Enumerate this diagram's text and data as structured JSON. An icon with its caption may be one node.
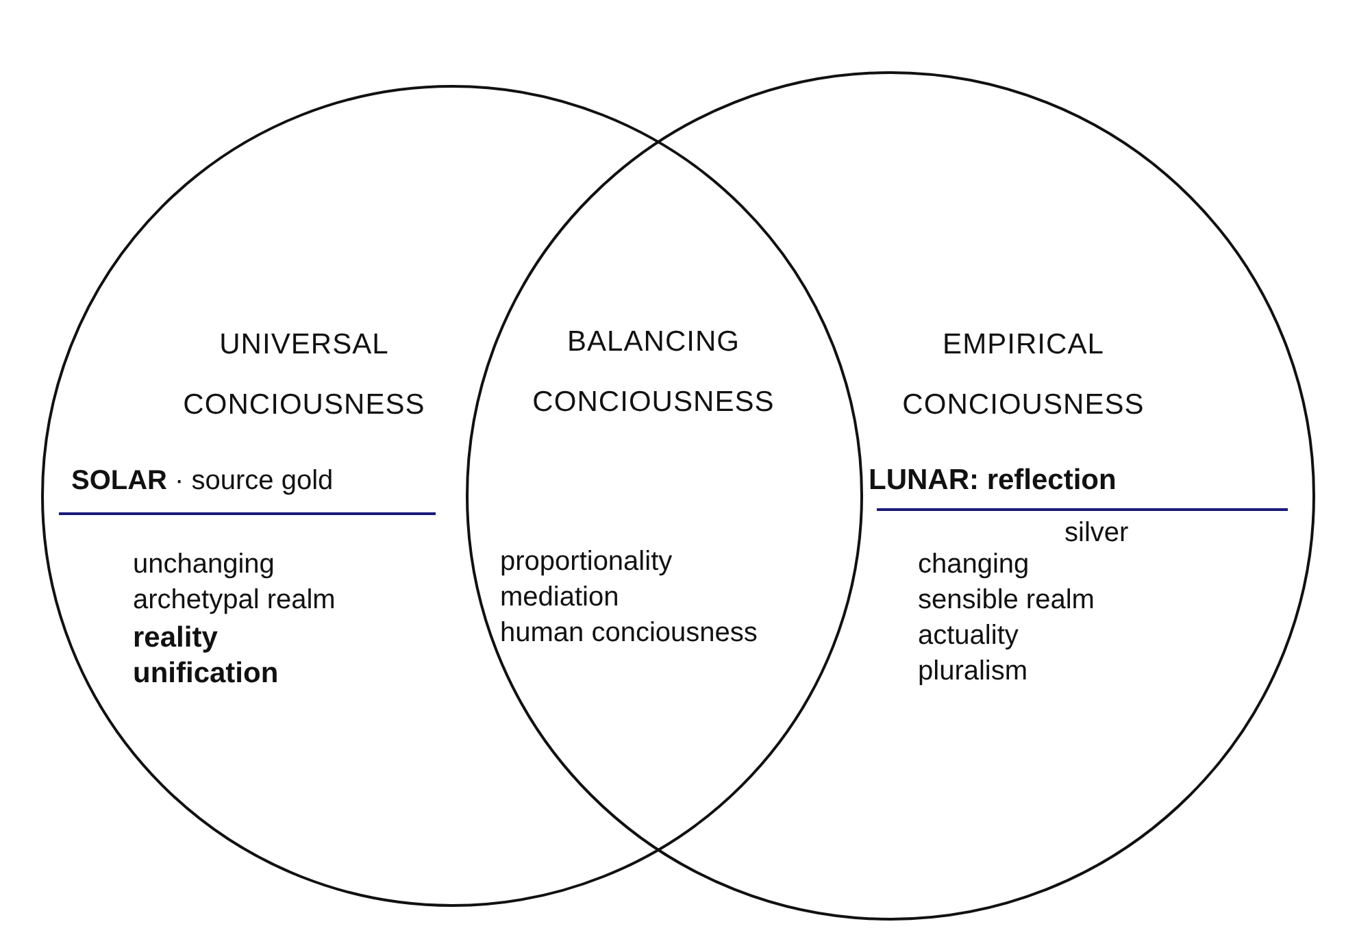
{
  "diagram": {
    "nodes": [
      {
        "text": [
          "UNIVERSAL CONCIOUSNESS",
          "**SOLAR** · source gold",
          "unchanging",
          "archetypal realm",
          "reality",
          "unification"
        ]
      },
      {
        "text": [
          "BALANCING CONCIOUSNESS",
          "proportionality",
          "mediation",
          "human conciousness"
        ]
      },
      {
        "text": [
          "EMPIRICAL CONCIOUSNESS",
          "LUNAR: reflection",
          "silver",
          "changing",
          "sensible realm",
          "actuality",
          "pluralism"
        ]
      }
    ]
  }
}
